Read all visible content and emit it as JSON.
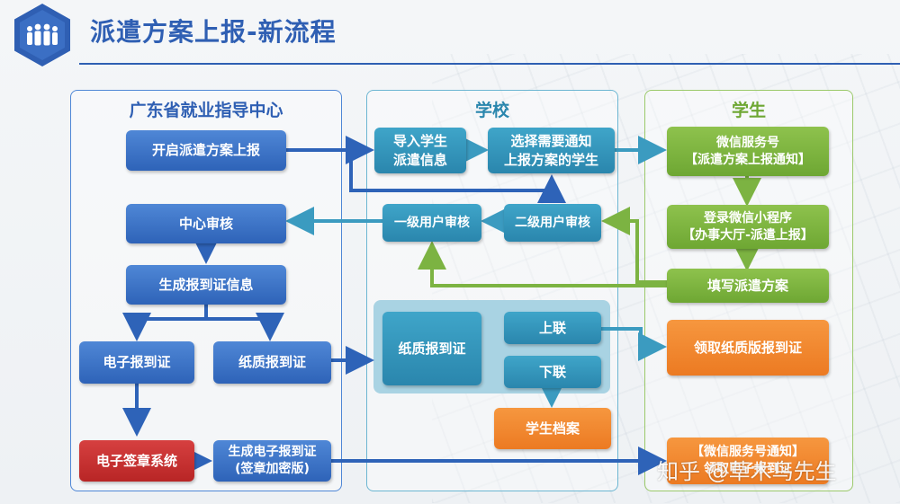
{
  "header": {
    "title": "派遣方案上报-新流程",
    "icon": "people-group-icon",
    "accent": "#2f5fb3"
  },
  "columns": {
    "center": {
      "title": "广东省就业指导中心",
      "color": "#2f5fb3"
    },
    "school": {
      "title": "学校",
      "color": "#2a86ad"
    },
    "student": {
      "title": "学生",
      "color": "#6ea733"
    }
  },
  "center_boxes": {
    "open_report": "开启派遣方案上报",
    "review": "中心审核",
    "gen_info": "生成报到证信息",
    "e_cert": "电子报到证",
    "paper_cert": "纸质报到证",
    "e_seal": "电子签章系统",
    "gen_e_cert_l1": "生成电子报到证",
    "gen_e_cert_l2": "(签章加密版)"
  },
  "school_boxes": {
    "import_l1": "导入学生",
    "import_l2": "派遣信息",
    "select_l1": "选择需要通知",
    "select_l2": "上报方案的学生",
    "level1_review": "一级用户审核",
    "level2_review": "二级用户审核",
    "paper_cert": "纸质报到证",
    "upper_copy": "上联",
    "lower_copy": "下联",
    "archive": "学生档案"
  },
  "student_boxes": {
    "wechat_l1": "微信服务号",
    "wechat_l2": "【派遣方案上报通知】",
    "login_l1": "登录微信小程序",
    "login_l2": "【办事大厅-派遣上报】",
    "fill": "填写派遣方案",
    "receive_paper": "领取纸质版报到证",
    "notify_l1": "【微信服务号通知】",
    "notify_l2": "领取电子报到证"
  },
  "watermark": "知乎 @草木鸟先生",
  "colors": {
    "blue": "#2e63b8",
    "teal": "#2a86ad",
    "green": "#6ea733",
    "orange": "#ec7a22",
    "red": "#b82525"
  }
}
